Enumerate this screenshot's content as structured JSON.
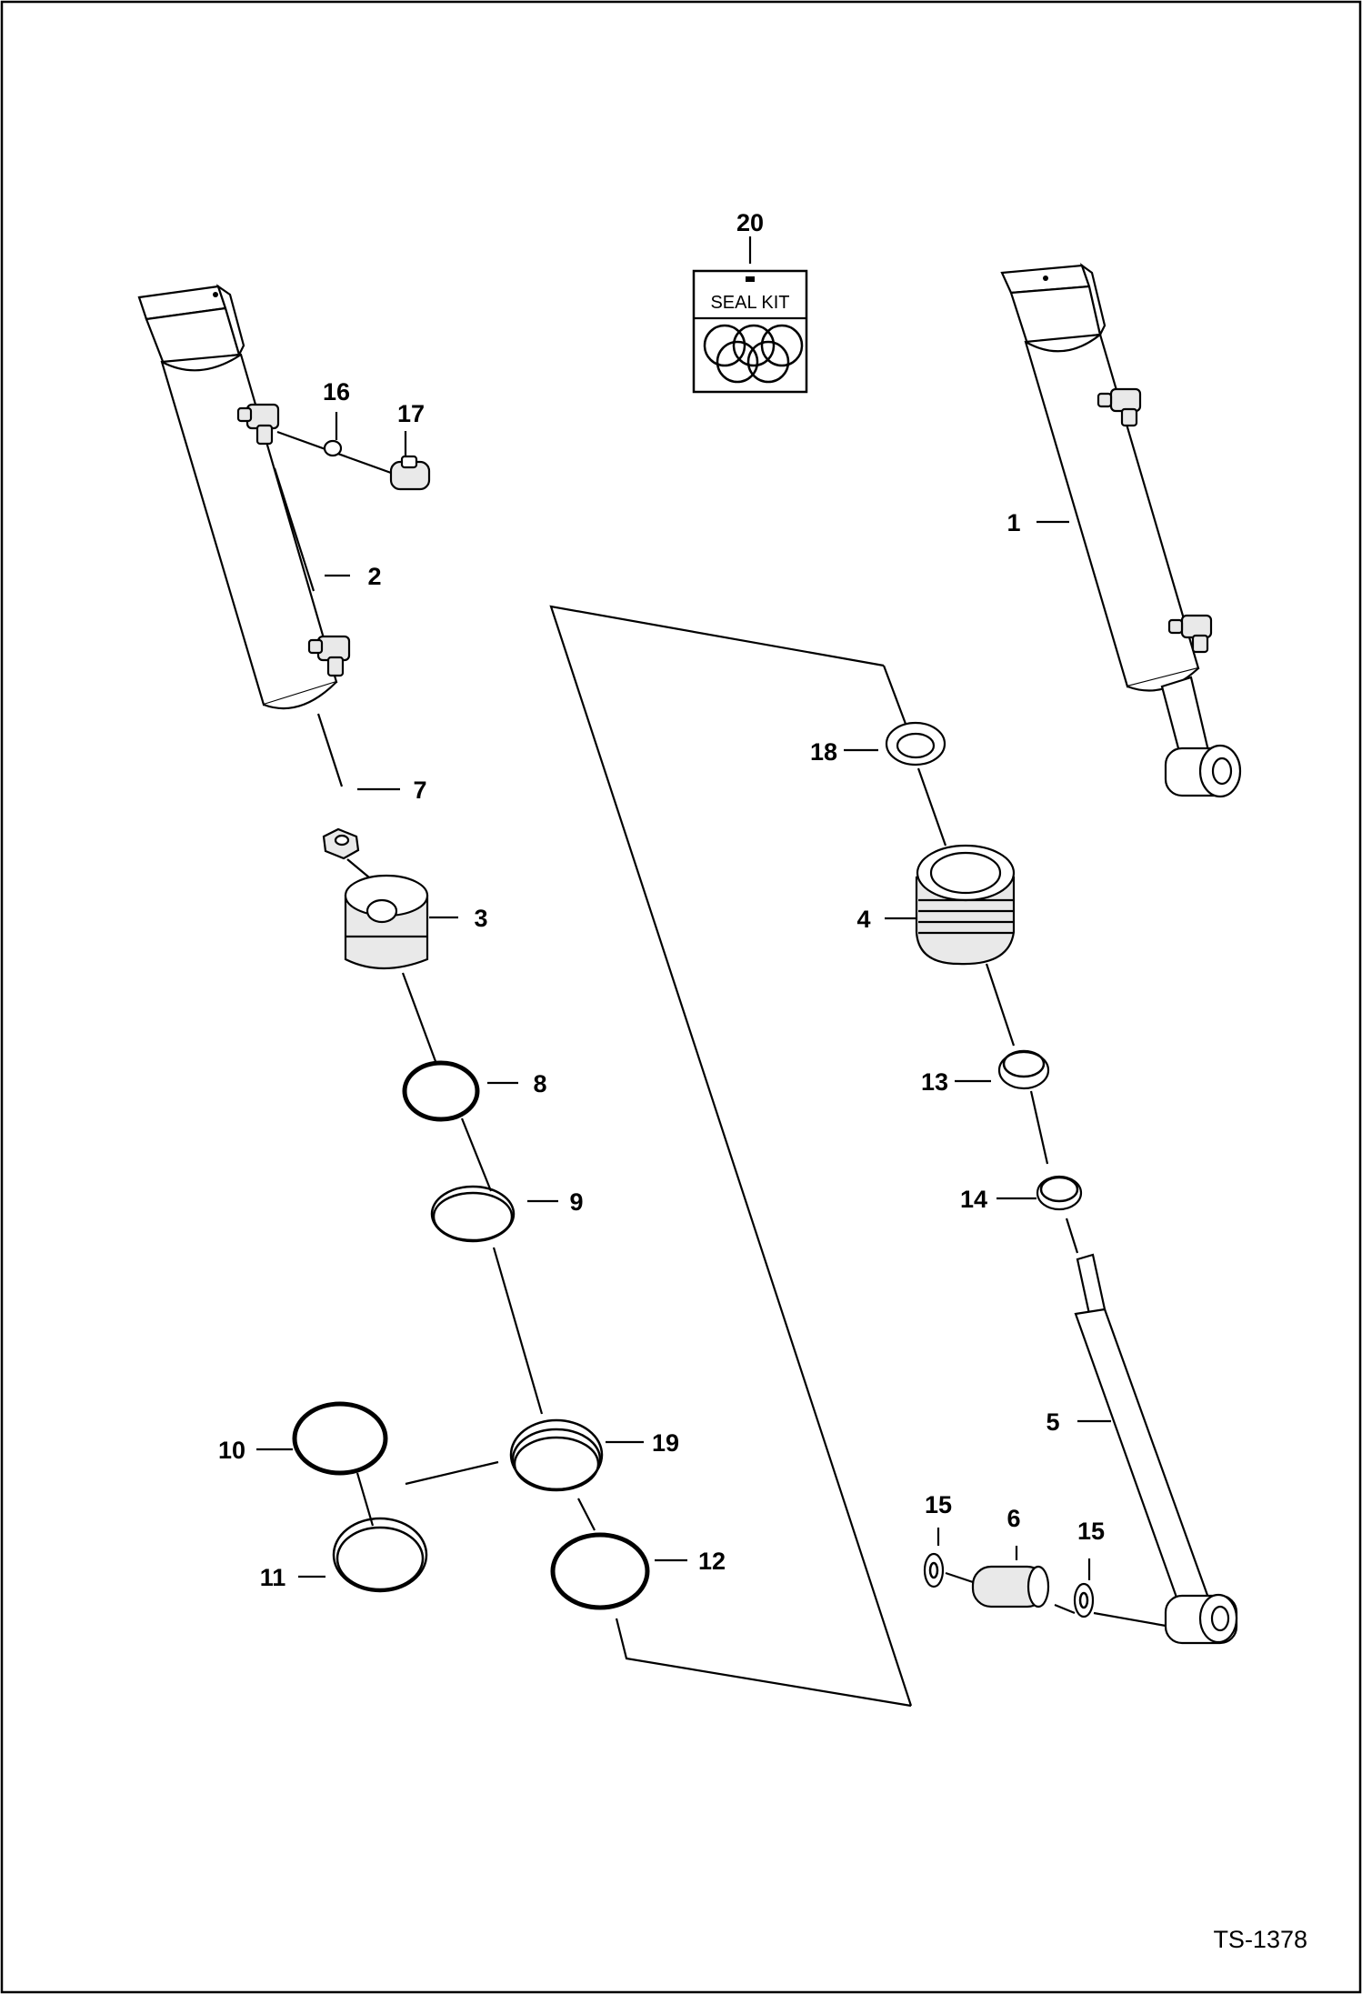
{
  "seal_kit": {
    "number": "20",
    "label": "SEAL KIT"
  },
  "callouts": {
    "c1": "1",
    "c2": "2",
    "c3": "3",
    "c4": "4",
    "c5": "5",
    "c6": "6",
    "c7": "7",
    "c8": "8",
    "c9": "9",
    "c10": "10",
    "c11": "11",
    "c12": "12",
    "c13": "13",
    "c14": "14",
    "c15a": "15",
    "c15b": "15",
    "c16": "16",
    "c17": "17",
    "c18": "18",
    "c19": "19"
  },
  "drawing_id": "TS-1378"
}
